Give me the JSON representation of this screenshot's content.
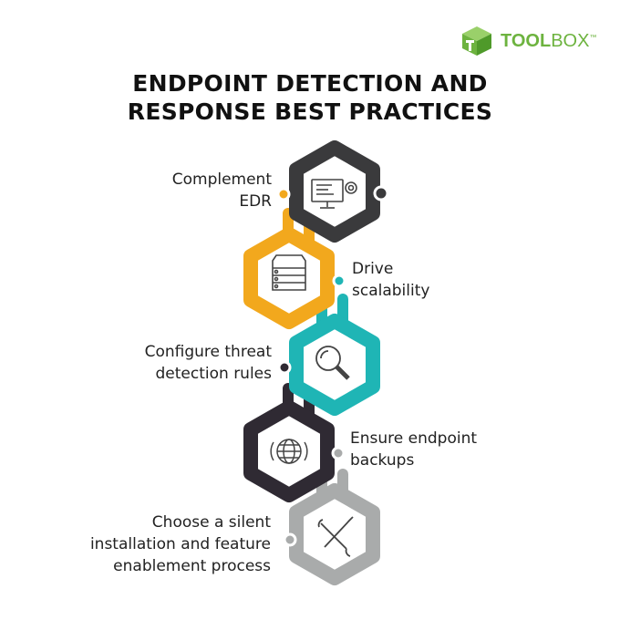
{
  "logo": {
    "text_bold": "TOOL",
    "text_light": "BOX",
    "tm": "™"
  },
  "title": {
    "line1": "ENDPOINT DETECTION AND",
    "line2": "RESPONSE BEST PRACTICES"
  },
  "steps": [
    {
      "lines": [
        "Complement",
        "EDR"
      ],
      "icon": "monitor-gear-icon",
      "color": "#3a3a3c"
    },
    {
      "lines": [
        "Drive",
        "scalability"
      ],
      "icon": "server-icon",
      "color": "#f2a81d"
    },
    {
      "lines": [
        "Configure threat",
        "detection rules"
      ],
      "icon": "magnifier-icon",
      "color": "#1fb5b5"
    },
    {
      "lines": [
        "Ensure endpoint",
        "backups"
      ],
      "icon": "globe-icon",
      "color": "#2f2a33"
    },
    {
      "lines": [
        "Choose a silent",
        "installation and feature",
        "enablement process"
      ],
      "icon": "tools-icon",
      "color": "#a9abab"
    }
  ]
}
